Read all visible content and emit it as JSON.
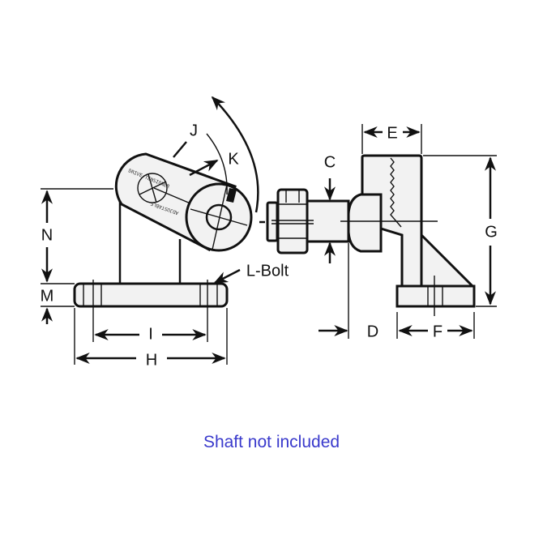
{
  "diagram": {
    "side_view": {
      "labels": {
        "J": "J",
        "K": "K",
        "N": "N",
        "M": "M",
        "I": "I",
        "H": "H",
        "L_bolt": "L-Bolt"
      },
      "engraving": {
        "top": "DRIVE TENSIONER",
        "bottom": "ADJUSTABLE"
      }
    },
    "front_view": {
      "labels": {
        "C": "C",
        "D": "D",
        "E": "E",
        "F": "F",
        "G": "G"
      }
    },
    "caption": "Shaft not included",
    "colors": {
      "line": "#111111",
      "fill": "#f2f2f2",
      "caption": "#3a3acc"
    }
  }
}
